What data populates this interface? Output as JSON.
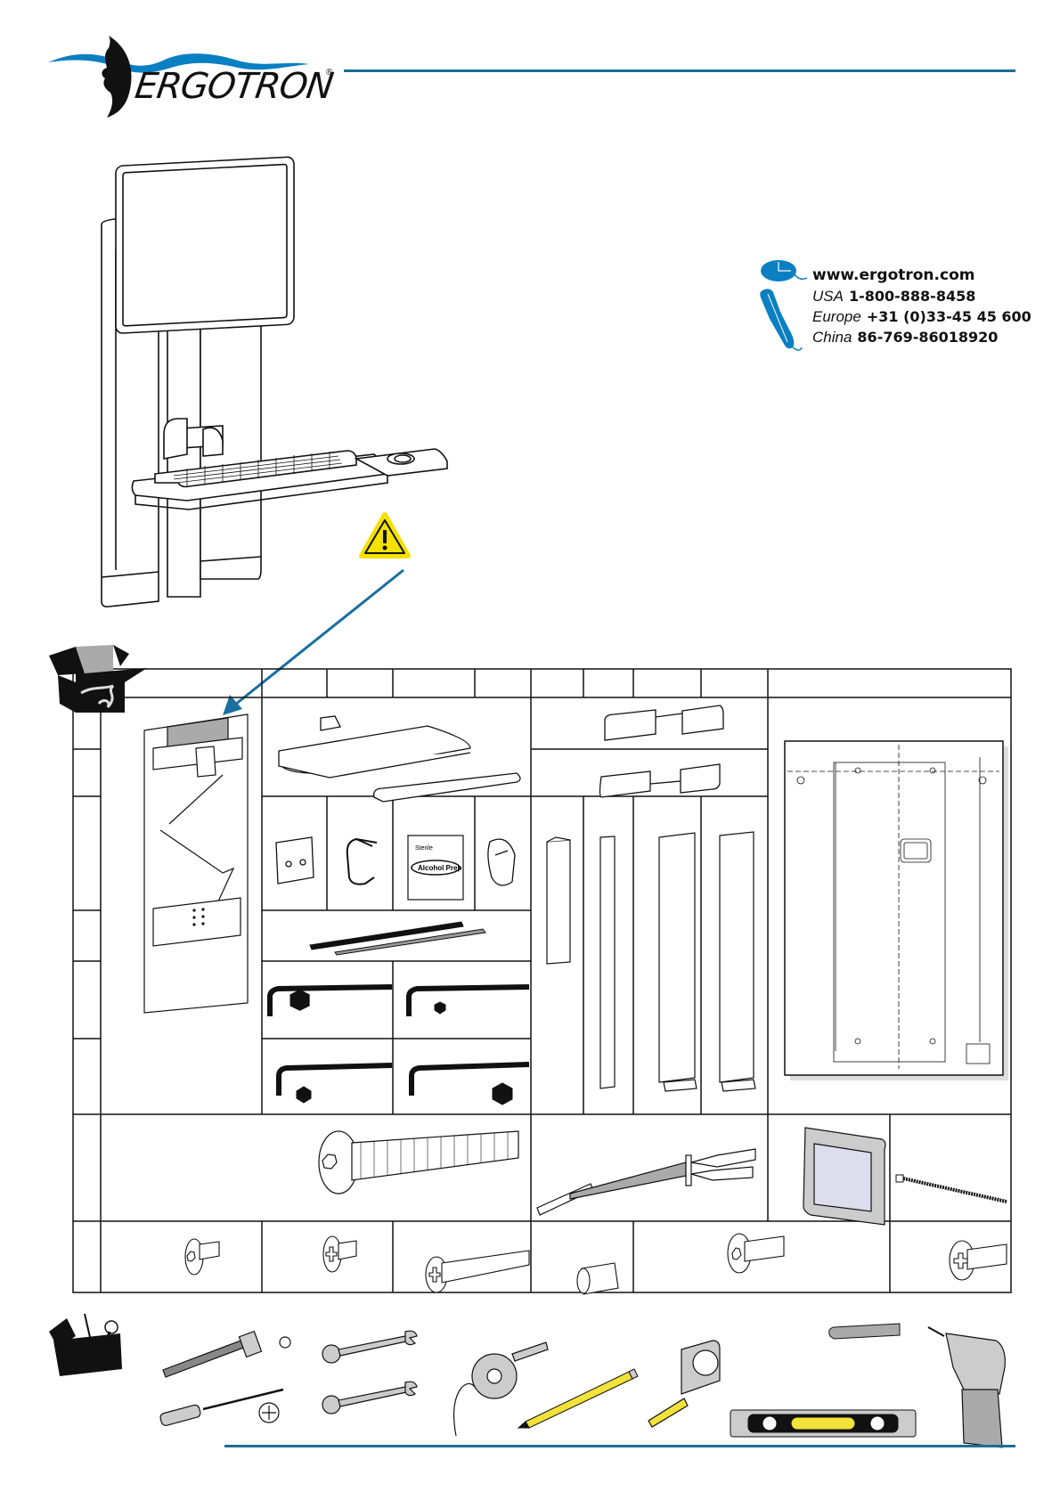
{
  "brand": {
    "name": "ERGOTRON",
    "registered_mark": "®",
    "accent_color": "#1a6e94",
    "icon_color": "#0a7fc2",
    "warning_color": "#f5e100"
  },
  "contact": {
    "website": "www.ergotron.com",
    "phones": [
      {
        "region": "USA",
        "number": "1-800-888-8458"
      },
      {
        "region": "Europe",
        "number": "+31 (0)33-45 45 600"
      },
      {
        "region": "China",
        "number": "86-769-86018920"
      }
    ],
    "icons": [
      "mouse-icon",
      "phone-icon"
    ]
  },
  "illustration": {
    "product": "wall-mounted workstation with monitor, keyboard tray and mouse tray",
    "callout_icon": "warning-icon"
  },
  "parts_table": {
    "header_icon": "box-icon",
    "alcohol_pack": {
      "line1": "Sterile",
      "line2": "Alcohol Prep"
    },
    "items": [
      "wall-track-assembly",
      "keyboard-tray-with-wrist-rest",
      "mouse-tray-left",
      "mouse-tray-right",
      "vesa-plate",
      "cable-clip",
      "alcohol-prep-pad",
      "mouse-holder",
      "adhesive-strips",
      "hex-key-large",
      "hex-key-small",
      "hex-key-medium",
      "hex-key-xlarge",
      "channel-cover-narrow",
      "channel-cover-thin",
      "side-cover-left",
      "side-cover-right",
      "wall-template",
      "long-hex-bolt",
      "wall-anchor-toggle",
      "vesa-adapter-plate",
      "cable-tie",
      "hex-button-screw-short",
      "phillips-screw-short",
      "phillips-screw-long",
      "spacer",
      "hex-button-screw",
      "phillips-screw-small"
    ]
  },
  "tools": {
    "header_icon": "toolbox-icon",
    "items": [
      "socket-wrench-icon",
      "phillips-screwdriver-icon",
      "combination-wrench-icon",
      "combination-wrench-icon",
      "tape-icon",
      "pencil-icon",
      "tape-measure-icon",
      "drill-bit-icon",
      "level-icon",
      "power-drill-icon"
    ]
  }
}
